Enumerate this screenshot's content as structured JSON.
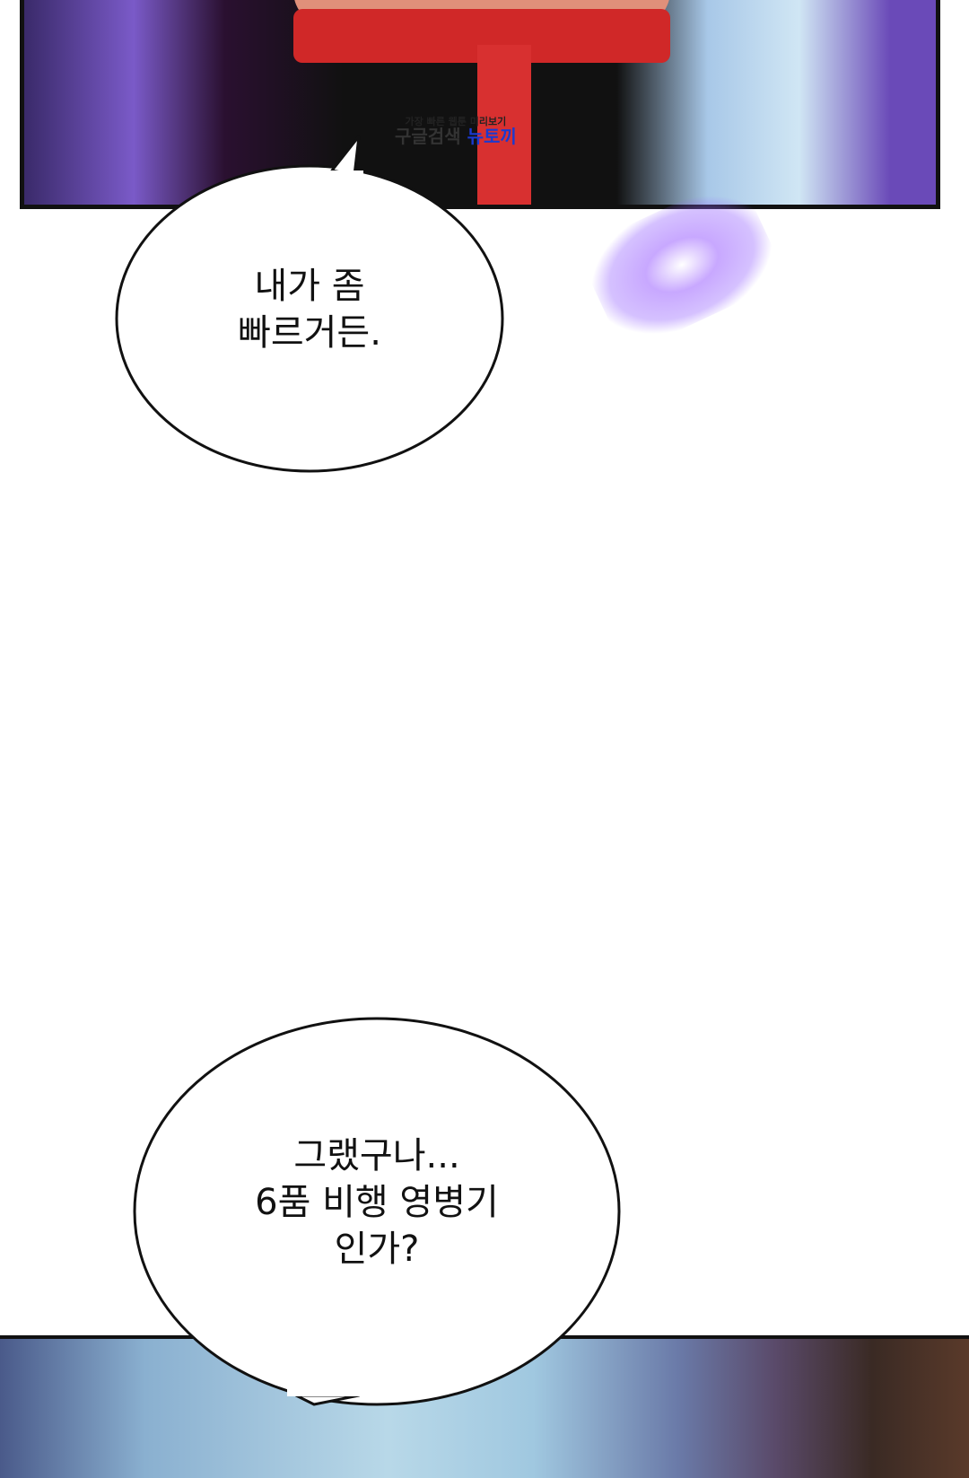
{
  "watermark": {
    "line1": "가장 빠른 웹툰 미리보기",
    "line2a": "구글검색",
    "line2b": "뉴토끼"
  },
  "bubbles": [
    {
      "lines": [
        "내가 좀",
        "빠르거든."
      ]
    },
    {
      "lines": [
        "그랬구나...",
        "6품 비행 영병기",
        "인가?"
      ]
    }
  ]
}
